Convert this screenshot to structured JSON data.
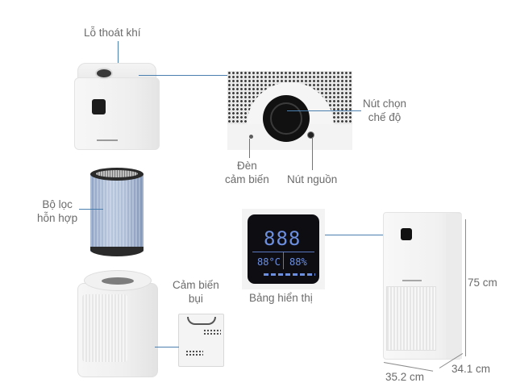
{
  "labels": {
    "air_outlet": "Lỗ thoát khí",
    "mode_button_line1": "Nút chọn",
    "mode_button_line2": "chế độ",
    "sensor_light_line1": "Đèn",
    "sensor_light_line2": "cảm biến",
    "power_button": "Nút nguồn",
    "filter_line1": "Bộ lọc",
    "filter_line2": "hỗn hợp",
    "dust_sensor_line1": "Cảm biến",
    "dust_sensor_line2": "bụi",
    "display_panel": "Bảng hiển thị"
  },
  "display": {
    "main_digits": "888",
    "temp_digits": "88",
    "temp_unit": "°C",
    "humidity_digits": "88",
    "humidity_unit": "%"
  },
  "dimensions": {
    "height": "75 cm",
    "width": "35.2 cm",
    "depth": "34.1 cm"
  },
  "colors": {
    "leader_line": "#4a7fb0",
    "label_text": "#6b6b6b",
    "display_digits": "#6d8fe0",
    "filter_blue": "#aebed7"
  }
}
